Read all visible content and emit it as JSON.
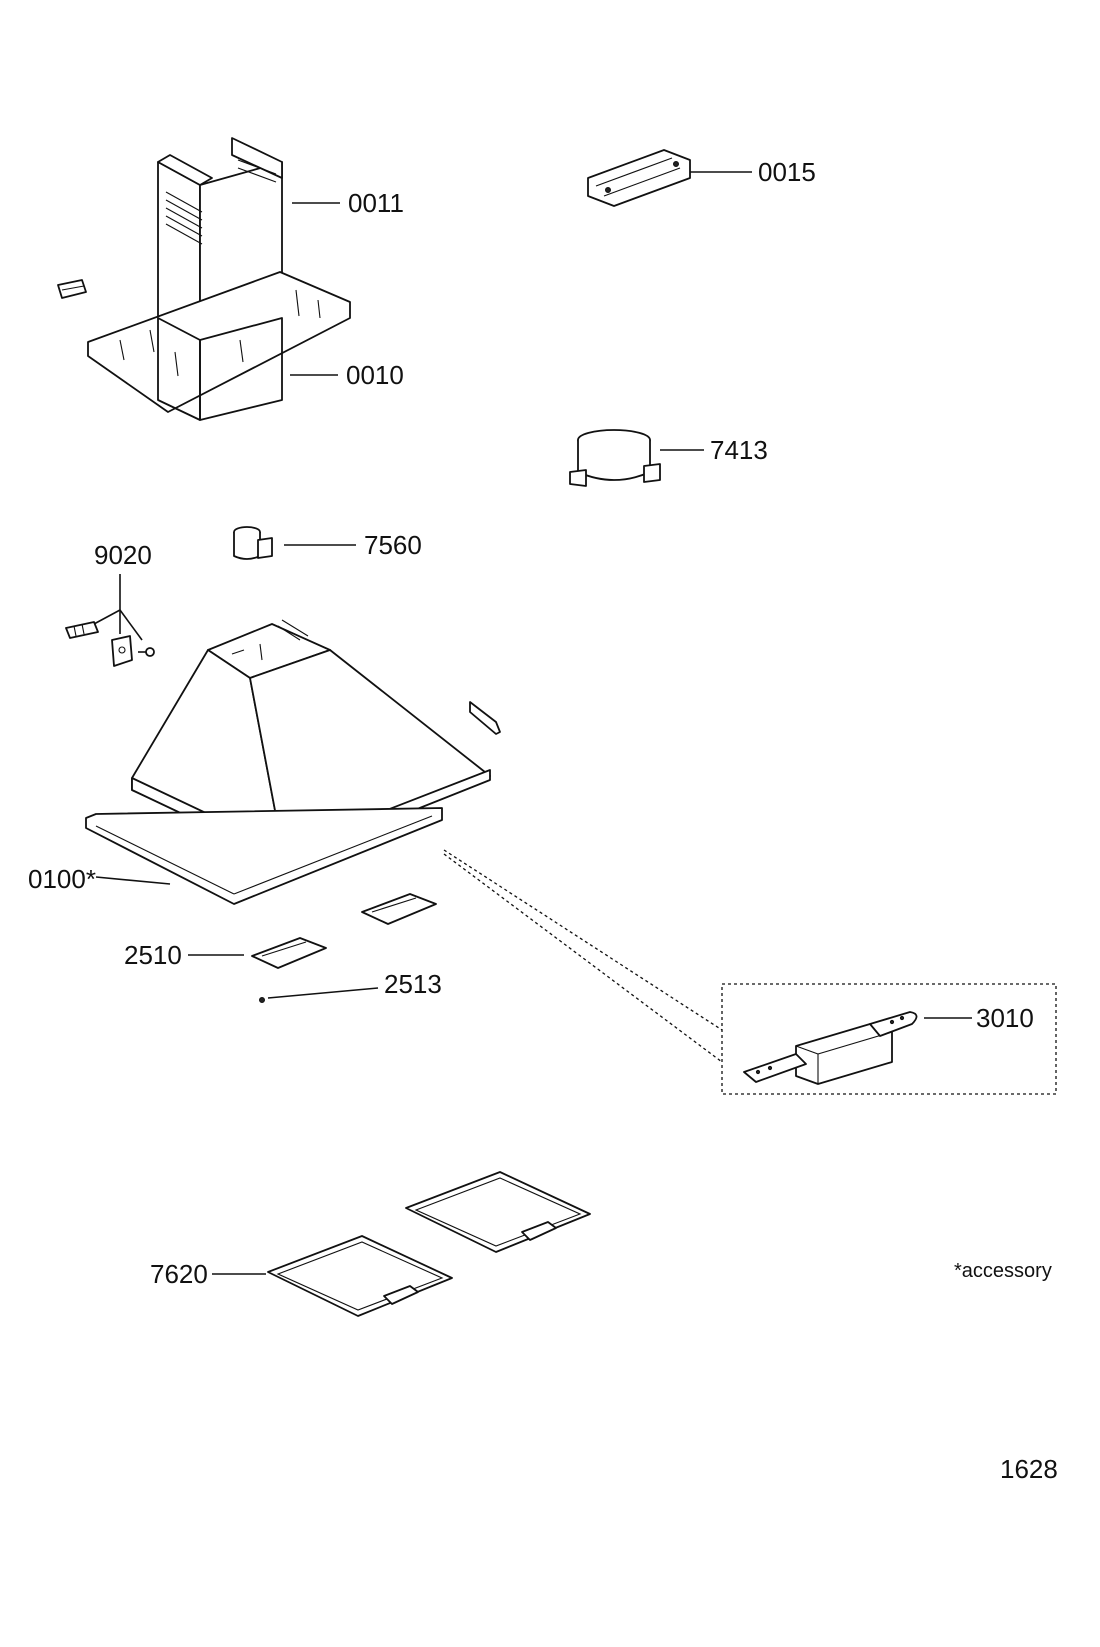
{
  "labels": {
    "p0011": "0011",
    "p0015": "0015",
    "p0010": "0010",
    "p7413": "7413",
    "p7560": "7560",
    "p9020": "9020",
    "p0100": "0100*",
    "p2510": "2510",
    "p2513": "2513",
    "p3010": "3010",
    "p7620": "7620"
  },
  "footnote": "*accessory",
  "page_number": "1628"
}
